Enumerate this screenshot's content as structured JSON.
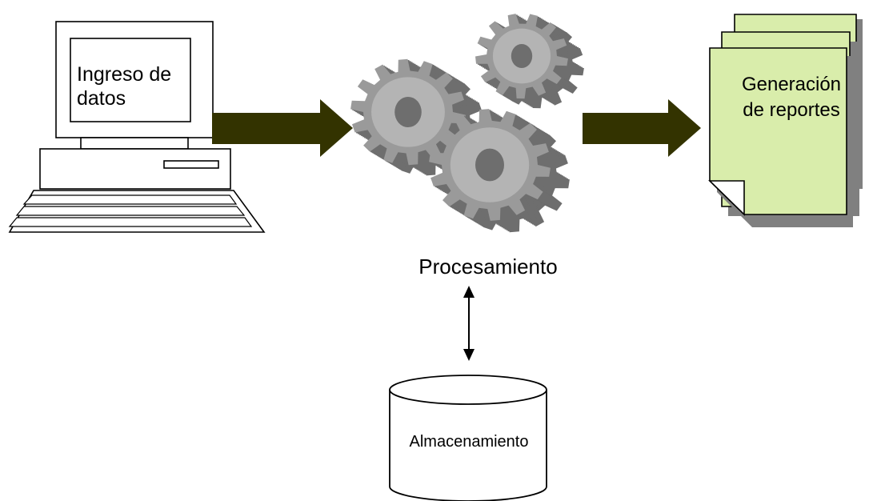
{
  "nodes": {
    "input": {
      "label_line1": "Ingreso de",
      "label_line2": "datos",
      "icon": "computer-icon"
    },
    "process": {
      "label": "Procesamiento",
      "icon": "gears-icon"
    },
    "output": {
      "label_line1": "Generación",
      "label_line2": "de reportes",
      "icon": "documents-icon"
    },
    "storage": {
      "label": "Almacenamiento",
      "icon": "database-cylinder-icon"
    }
  },
  "edges": [
    {
      "from": "input",
      "to": "process",
      "style": "thick-arrow"
    },
    {
      "from": "process",
      "to": "output",
      "style": "thick-arrow"
    },
    {
      "from": "process",
      "to": "storage",
      "style": "double-headed-arrow"
    }
  ],
  "colors": {
    "arrow_fill": "#333300",
    "gear_fill": "#9a9a9a",
    "gear_face": "#b4b4b4",
    "gear_dark": "#6e6e6e",
    "document_fill": "#d9edab",
    "document_shadow": "#808080",
    "outline": "#000000"
  }
}
